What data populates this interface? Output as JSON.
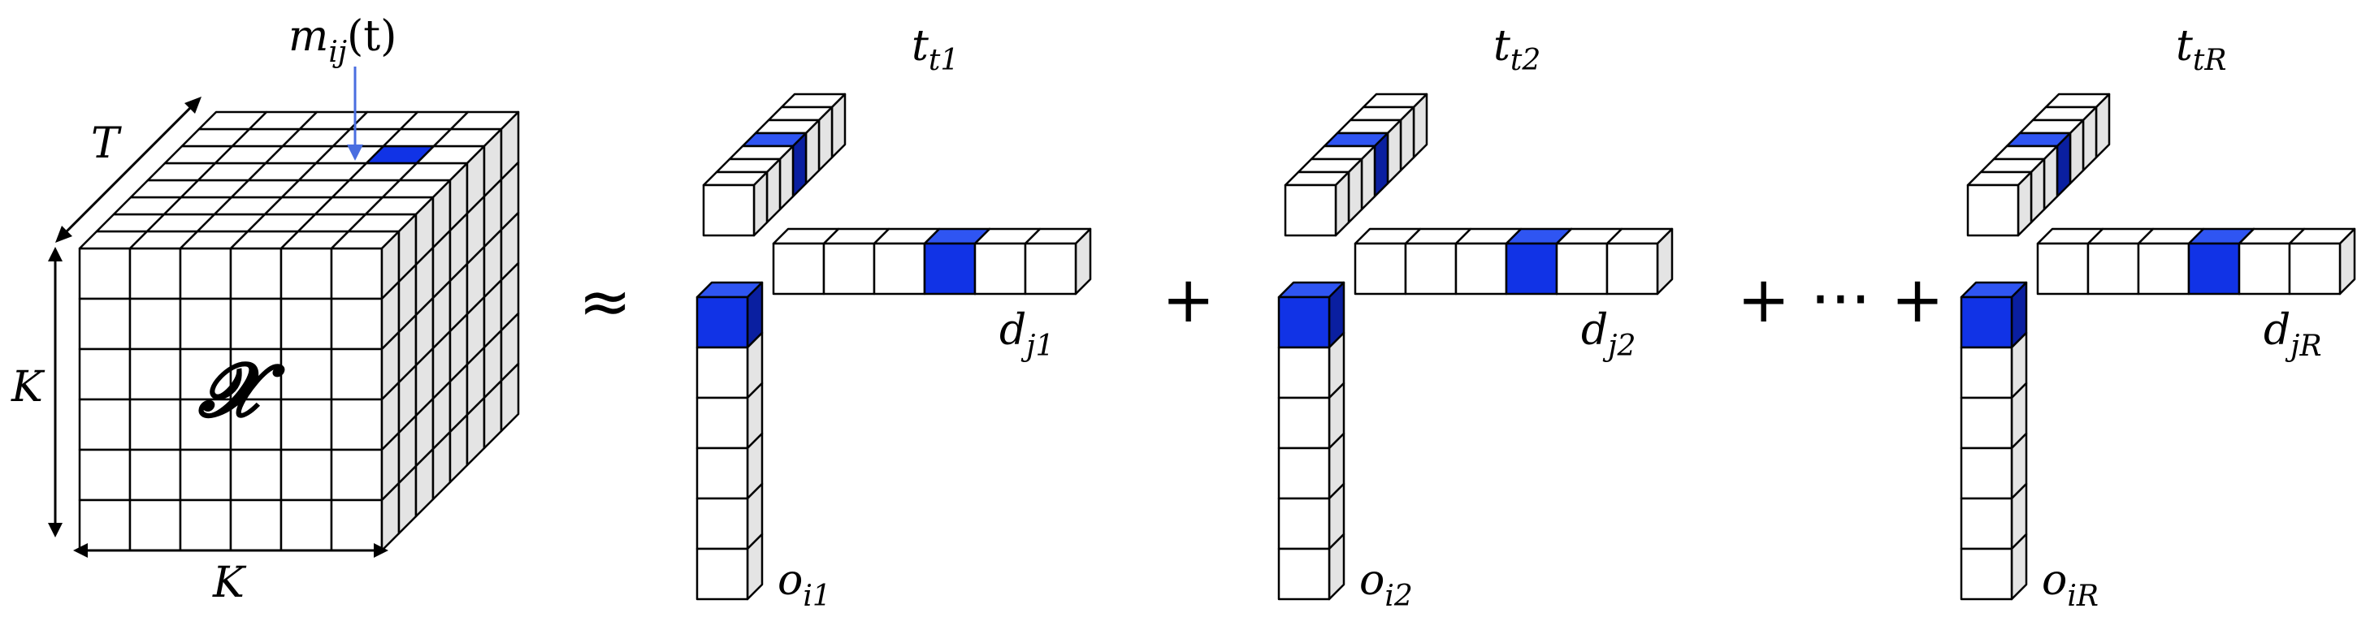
{
  "colors": {
    "highlight": "#1133e6",
    "highlight_top": "#2f55f2",
    "highlight_side": "#0a1fa0",
    "cell_front": "#ffffff",
    "cell_top": "#ffffff",
    "cell_side": "#e4e4e4",
    "stroke": "#000000",
    "pointer": "#4a6ee0"
  },
  "tensor": {
    "symbol": "𝓧",
    "entry_label": {
      "base": "m",
      "sub": "ij",
      "arg": "(t)"
    },
    "axis_T": "T",
    "axis_K_side": "K",
    "axis_K_bottom": "K"
  },
  "operators": {
    "approx": "≈",
    "plus": "+",
    "plus_dots": "+ ··· +"
  },
  "components": [
    {
      "t_label": {
        "base": "t",
        "sub": "t1"
      },
      "d_label": {
        "base": "d",
        "sub": "j1"
      },
      "o_label": {
        "base": "o",
        "sub": "i1"
      }
    },
    {
      "t_label": {
        "base": "t",
        "sub": "t2"
      },
      "d_label": {
        "base": "d",
        "sub": "j2"
      },
      "o_label": {
        "base": "o",
        "sub": "i2"
      }
    },
    {
      "t_label": {
        "base": "t",
        "sub": "tR"
      },
      "d_label": {
        "base": "d",
        "sub": "jR"
      },
      "o_label": {
        "base": "o",
        "sub": "iR"
      }
    }
  ]
}
